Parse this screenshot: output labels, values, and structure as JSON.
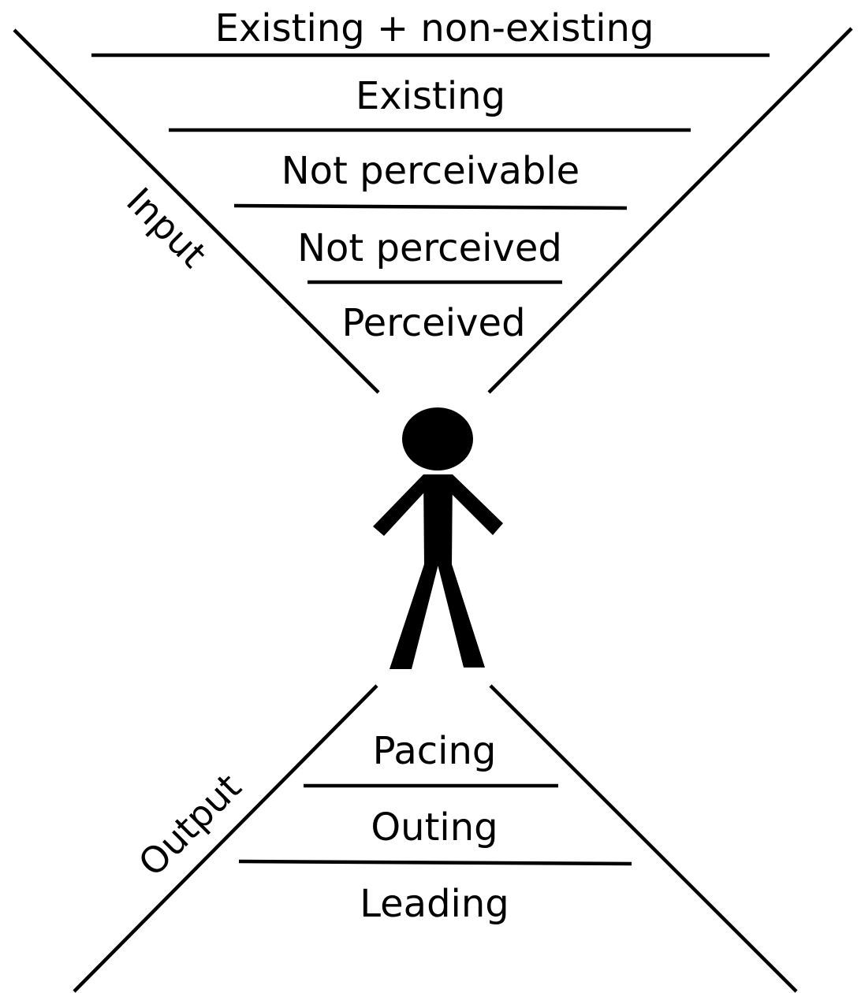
{
  "input": {
    "label": "Input",
    "levels": [
      "Existing + non-existing",
      "Existing",
      "Not perceivable",
      "Not perceived",
      "Perceived"
    ]
  },
  "output": {
    "label": "Output",
    "levels": [
      "Pacing",
      "Outing",
      "Leading"
    ]
  },
  "colors": {
    "ink": "#000000",
    "background": "#ffffff"
  }
}
